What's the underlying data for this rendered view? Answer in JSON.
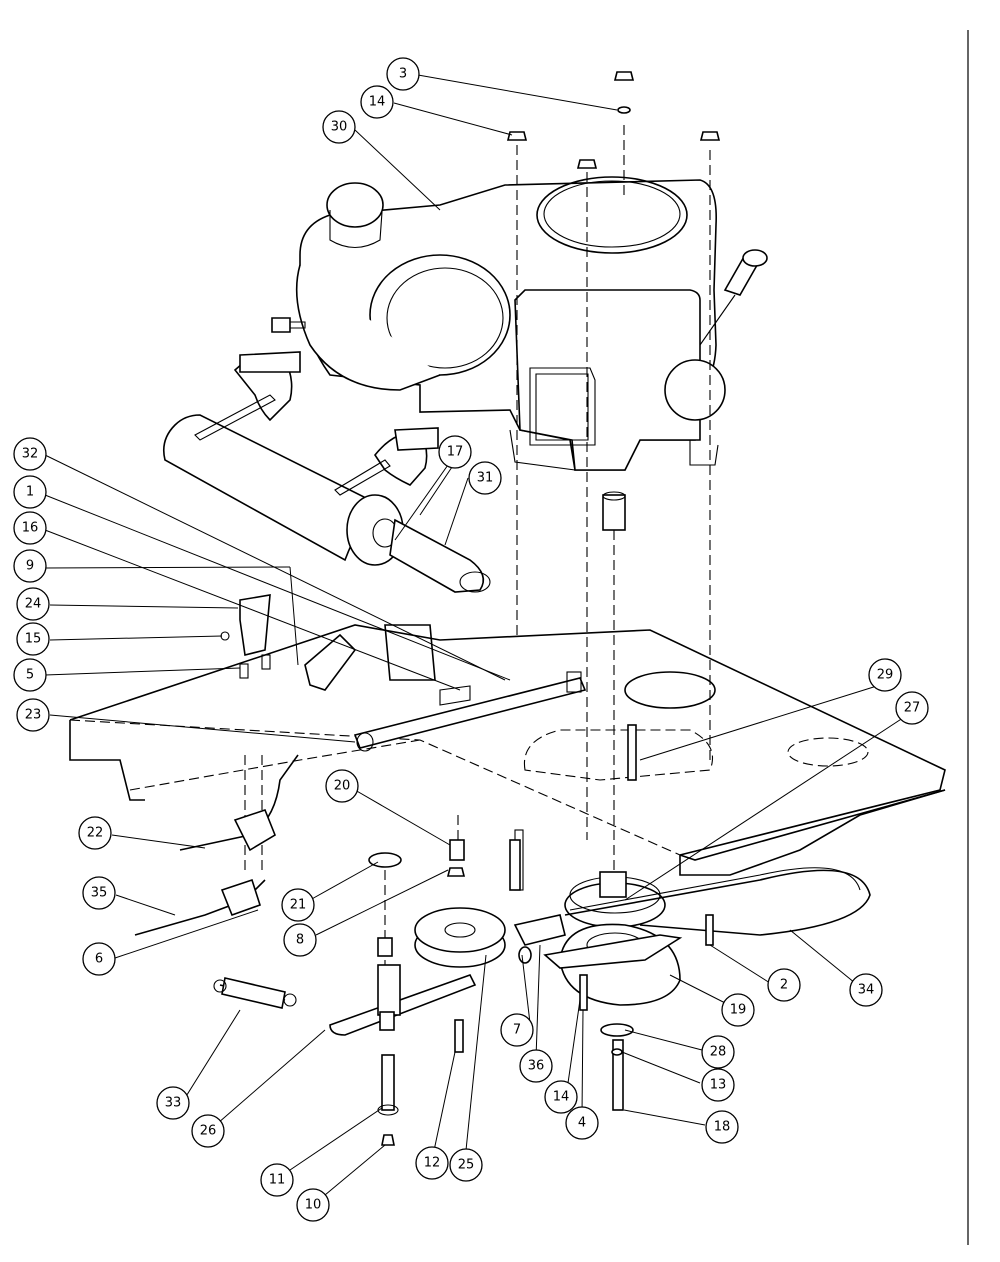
{
  "callouts": [
    {
      "label": "3"
    },
    {
      "label": "14"
    },
    {
      "label": "30"
    },
    {
      "label": "32"
    },
    {
      "label": "1"
    },
    {
      "label": "17"
    },
    {
      "label": "31"
    },
    {
      "label": "16"
    },
    {
      "label": "9"
    },
    {
      "label": "24"
    },
    {
      "label": "15"
    },
    {
      "label": "5"
    },
    {
      "label": "29"
    },
    {
      "label": "27"
    },
    {
      "label": "23"
    },
    {
      "label": "20"
    },
    {
      "label": "22"
    },
    {
      "label": "21"
    },
    {
      "label": "8"
    },
    {
      "label": "35"
    },
    {
      "label": "6"
    },
    {
      "label": "2"
    },
    {
      "label": "34"
    },
    {
      "label": "19"
    },
    {
      "label": "7"
    },
    {
      "label": "36"
    },
    {
      "label": "28"
    },
    {
      "label": "13"
    },
    {
      "label": "33"
    },
    {
      "label": "26"
    },
    {
      "label": "14"
    },
    {
      "label": "4"
    },
    {
      "label": "18"
    },
    {
      "label": "12"
    },
    {
      "label": "25"
    },
    {
      "label": "11"
    },
    {
      "label": "10"
    }
  ]
}
